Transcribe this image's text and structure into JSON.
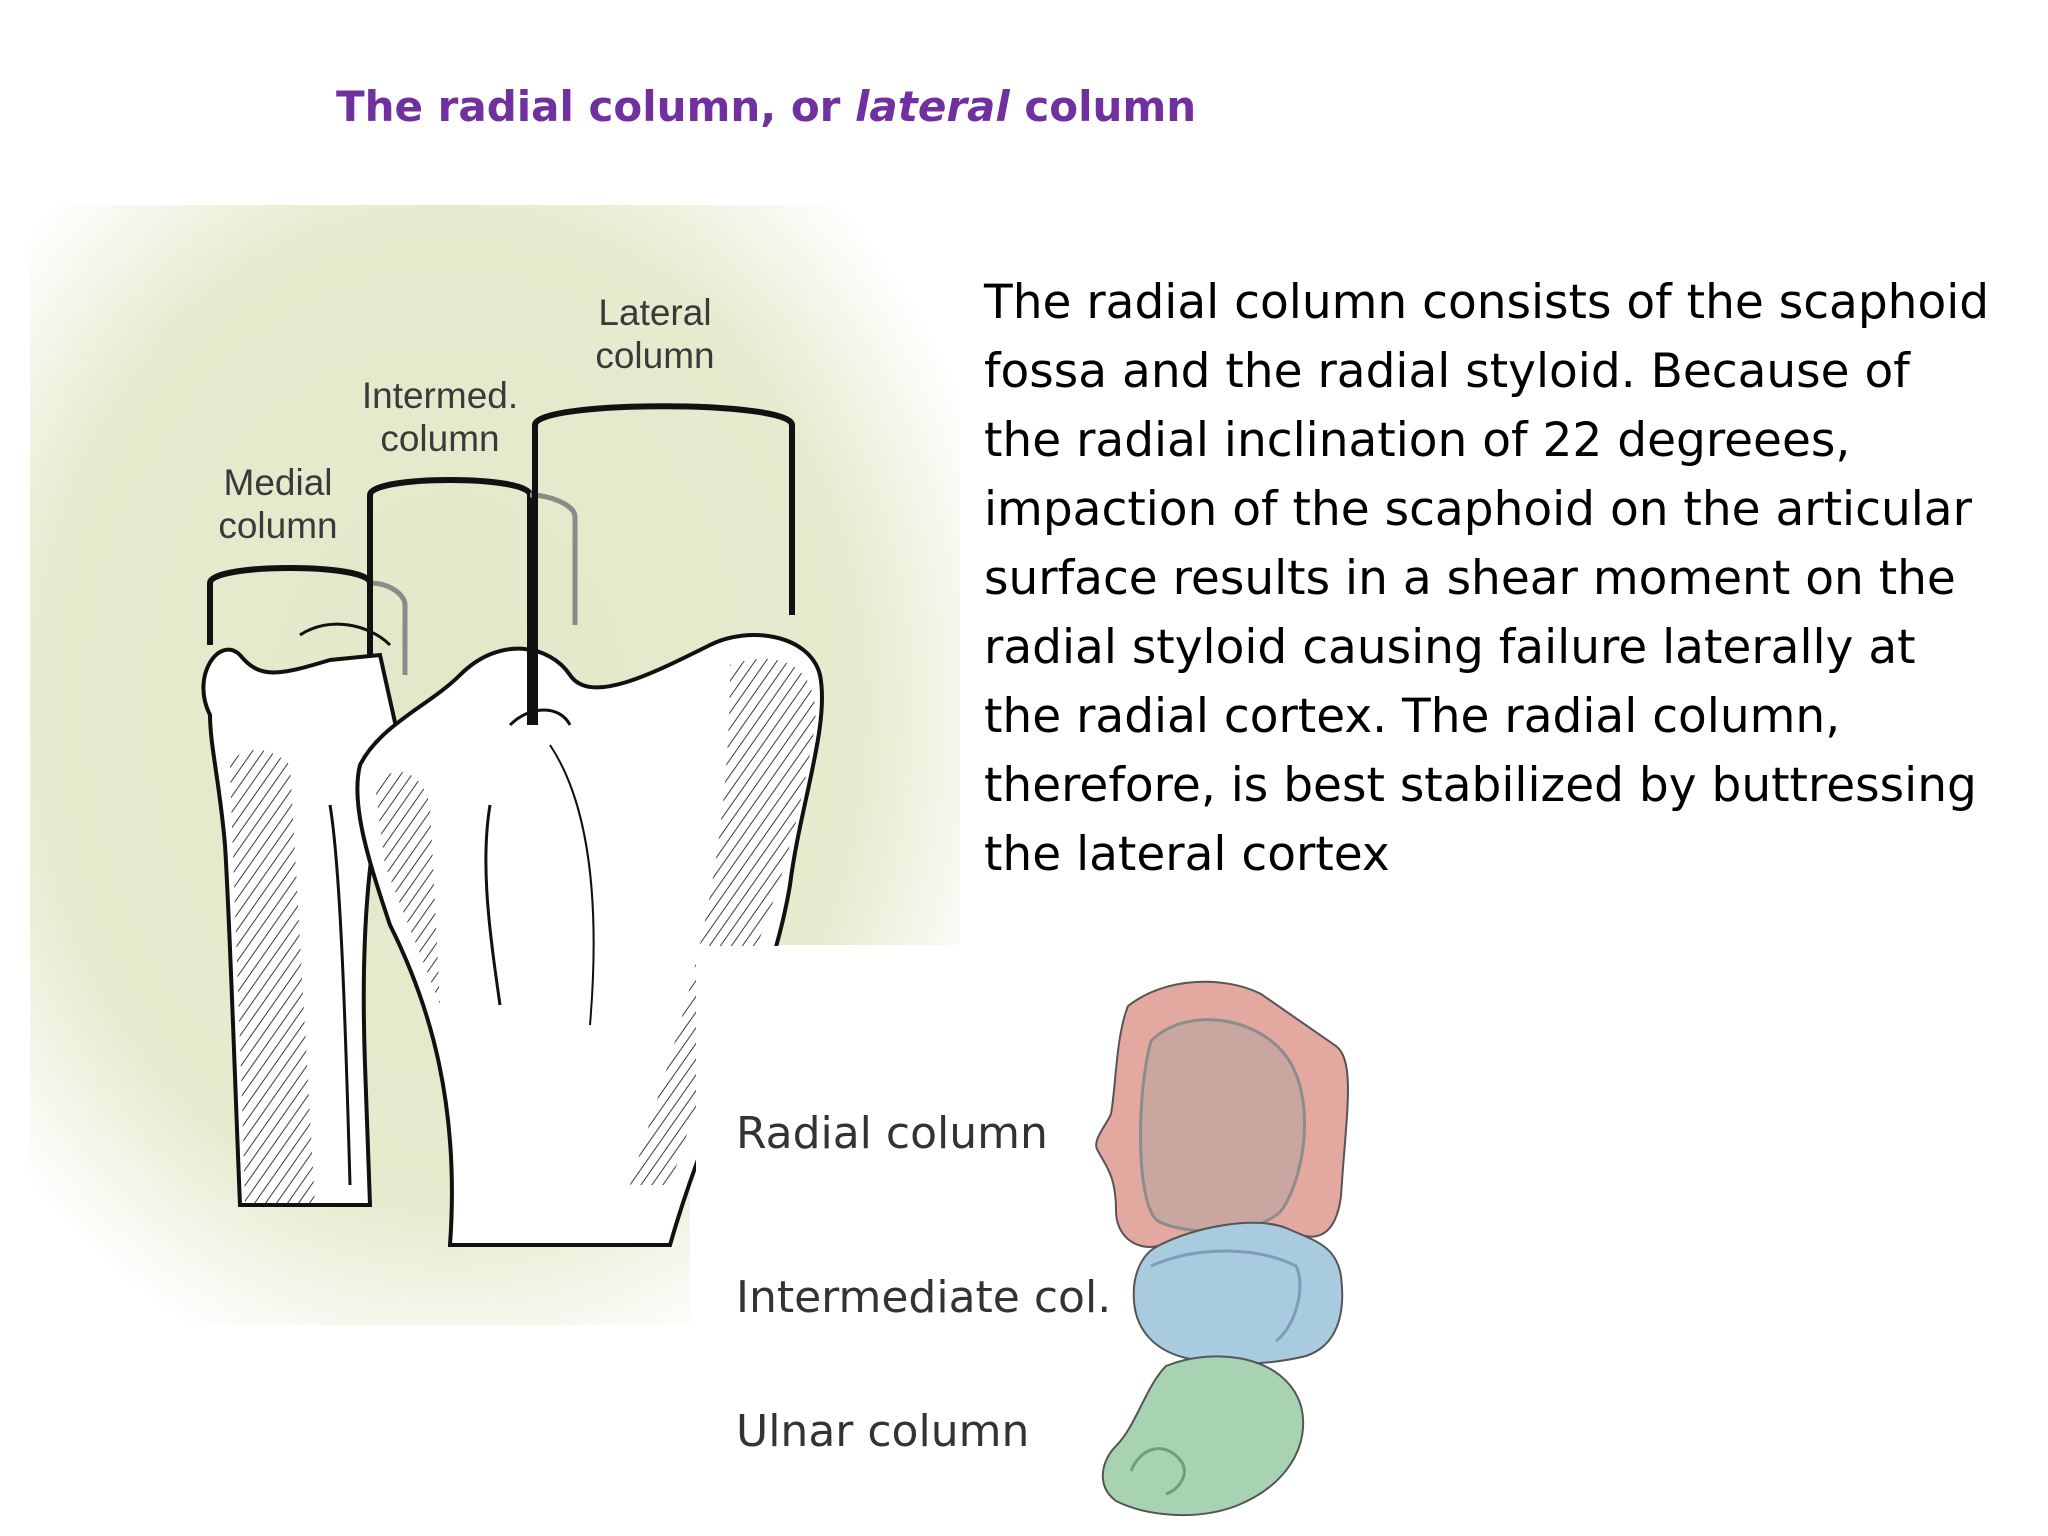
{
  "slide": {
    "title_part1": "The radial column, or ",
    "title_italic": "lateral",
    "title_part2": " column",
    "paragraph_lines": [
      "The radial column consists of the scaphoid",
      "fossa and the radial styloid. Because of",
      "the radial inclination of 22 degreees,",
      "impaction of the scaphoid on the articular",
      "surface results in a shear moment on the",
      "radial styloid causing failure laterally at",
      "the radial cortex. The radial column,",
      "therefore, is best stabilized by buttressing",
      "the lateral cortex"
    ]
  },
  "figure_columns": {
    "lateral_line1": "Lateral",
    "lateral_line2": "column",
    "intermed_line1": "Intermed.",
    "intermed_line2": "column",
    "medial_line1": "Medial",
    "medial_line2": "column"
  },
  "figure_zones": {
    "radial": "Radial column",
    "intermediate": "Intermediate col.",
    "ulnar": "Ulnar column",
    "colors": {
      "radial": "#e3a9a0",
      "intermediate": "#a9cbe0",
      "ulnar": "#a8d3b2"
    }
  },
  "colors": {
    "title": "#7030a0",
    "figure_background": "#e6ebcf"
  }
}
